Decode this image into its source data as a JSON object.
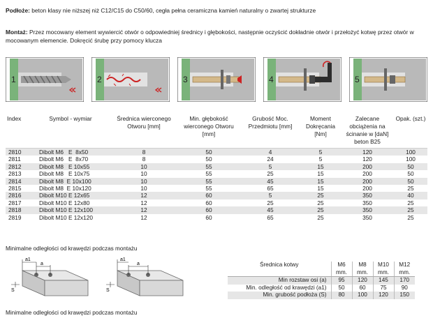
{
  "intro": {
    "base_label": "Podłoże:",
    "base_text": " beton klasy nie niższej niż C12/C15 do C50/60, cegła pełna ceramiczna kamień naturalny o zwartej strukturze",
    "mount_label": "Montaż:",
    "mount_text": " Przez mocowany element wywiercić otwór o odpowiedniej średnicy i głębokości, następnie oczyścić dokładnie otwór i przełożyć kotwę przez otwór w mocowanym elemencie. Dokręcić śrubę przy pomocy klucza"
  },
  "steps": [
    {
      "number": "1",
      "icon": "drill-icon"
    },
    {
      "number": "2",
      "icon": "hole-cleaning-icon"
    },
    {
      "number": "3",
      "icon": "insert-anchor-icon"
    },
    {
      "number": "4",
      "icon": "wrench-tighten-icon"
    },
    {
      "number": "5",
      "icon": "installed-anchor-icon"
    }
  ],
  "table": {
    "headers": [
      "Index",
      "Symbol - wymiar",
      "Średnica wierconego Otworu [mm]",
      "Min. głębokość wierconego Otworu [mm]",
      "Grubość Moc. Przedmiotu [mm]",
      "Moment Dokręcania [Nm]",
      "Zalecane obciążenia na ścinanie w [daN] beton B25",
      "Opak. (szt.)"
    ],
    "rows": [
      [
        "2810",
        "Dibolt M6   E  8x50",
        "8",
        "50",
        "4",
        "5",
        "120",
        "100"
      ],
      [
        "2811",
        "Dibolt M6   E  8x70",
        "8",
        "50",
        "24",
        "5",
        "120",
        "100"
      ],
      [
        "2812",
        "Dibolt M8   E 10x55",
        "10",
        "55",
        "5",
        "15",
        "200",
        "50"
      ],
      [
        "2813",
        "Dibolt M8   E 10x75",
        "10",
        "55",
        "25",
        "15",
        "200",
        "50"
      ],
      [
        "2814",
        "Dibolt M8  E 10x100",
        "10",
        "55",
        "45",
        "15",
        "200",
        "50"
      ],
      [
        "2815",
        "Dibolt M8  E 10x120",
        "10",
        "55",
        "65",
        "15",
        "200",
        "25"
      ],
      [
        "2816",
        "Dibolt M10 E 12x65",
        "12",
        "60",
        "5",
        "25",
        "350",
        "40"
      ],
      [
        "2817",
        "Dibolt M10 E 12x80",
        "12",
        "60",
        "25",
        "25",
        "350",
        "25"
      ],
      [
        "2818",
        "Dibolt M10 E 12x100",
        "12",
        "60",
        "45",
        "25",
        "350",
        "25"
      ],
      [
        "2819",
        "Dibolt M10 E 12x120",
        "12",
        "60",
        "65",
        "25",
        "350",
        "25"
      ]
    ]
  },
  "edge_caption_1": "Minimalne odległości od krawędzi podczas montażu",
  "edge_caption_2": "Minimalne odległości od krawędzi podczas montażu",
  "diagram_labels": {
    "a": "a",
    "a1": "a1",
    "s": "S"
  },
  "dist_table": {
    "title": "Średnica kotwy",
    "sizes": [
      "M6",
      "M8",
      "M10",
      "M12"
    ],
    "unit": "mm.",
    "rows": [
      {
        "label": "Min rozstaw osi (a)",
        "values": [
          "95",
          "120",
          "145",
          "170"
        ]
      },
      {
        "label": "Min. odległość od krawędzi (a1)",
        "values": [
          "50",
          "60",
          "75",
          "90"
        ]
      },
      {
        "label": "Min. grubość podłoża (S)",
        "values": [
          "80",
          "100",
          "120",
          "150"
        ]
      }
    ]
  }
}
